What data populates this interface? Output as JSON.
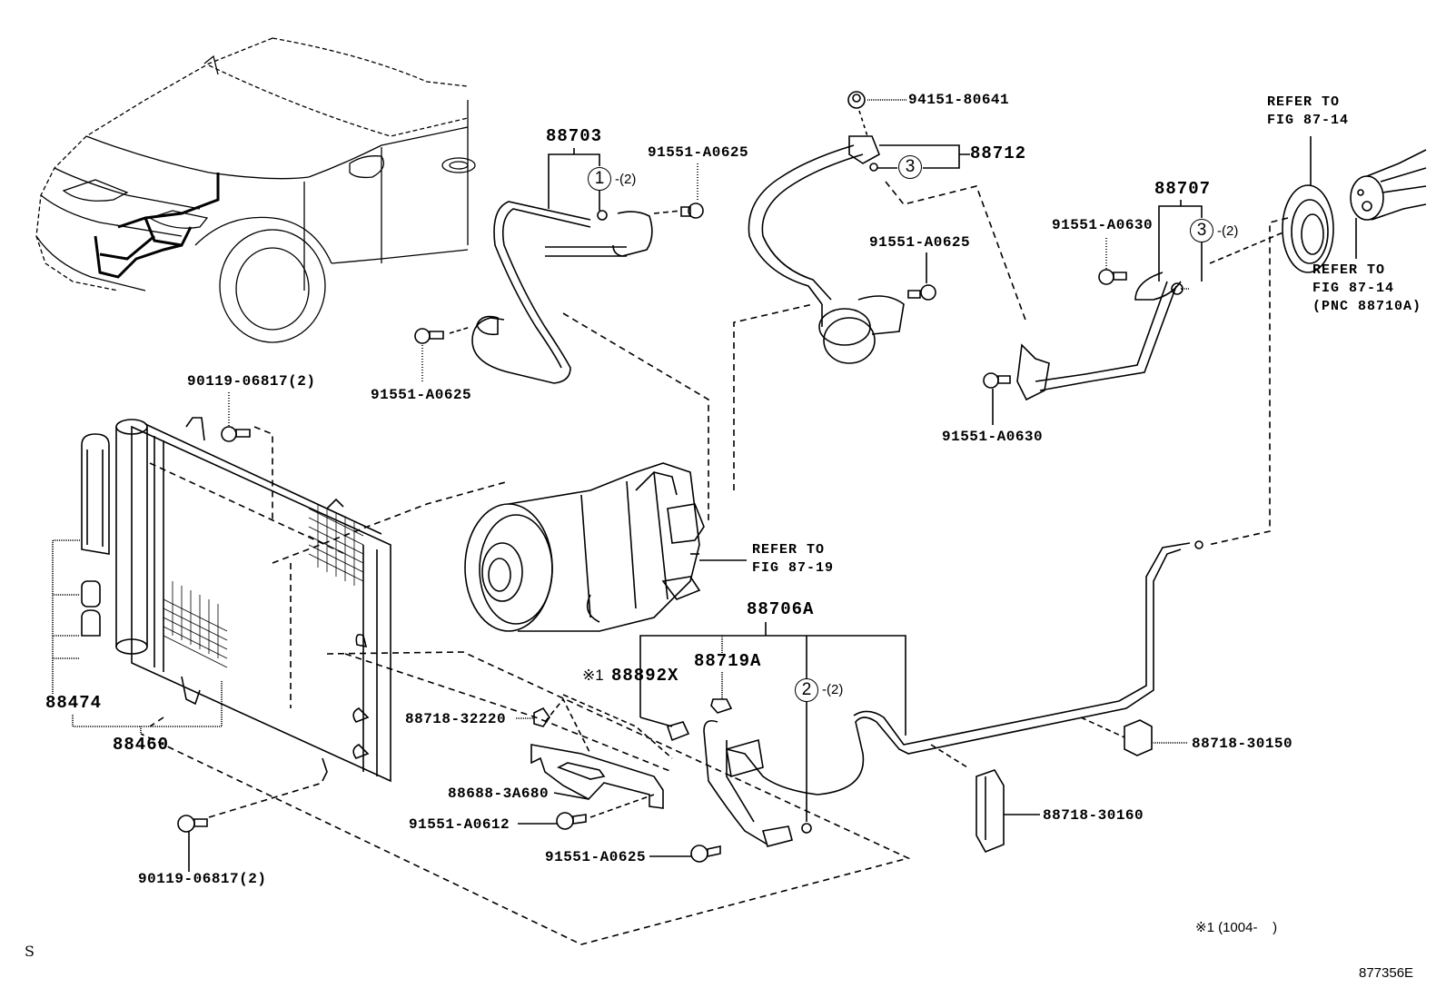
{
  "diagram": {
    "title": "Air conditioner condenser, compressor and piping parts diagram",
    "figure_id": "877356E",
    "side_marker": "S",
    "footnote": "※1 (1004-    )",
    "colors": {
      "line": "#000000",
      "background": "#ffffff"
    }
  },
  "labels": {
    "hose_88703": "88703",
    "bolt_top_left": "91551-A0625",
    "nut_94151": "94151-80641",
    "hose_88712": "88712",
    "bolt_mid_center": "91551-A0625",
    "pipe_88707": "88707",
    "bolt_88707": "91551-A0630",
    "bolt_bottom_right_top": "91551-A0630",
    "refer_fig_87_14_a": "REFER TO\nFIG 87-14",
    "refer_fig_87_14_b": "REFER TO\nFIG 87-14\n(PNC 88710A)",
    "bolt_left_hose": "91551-A0625",
    "bolt_90119_top": "90119-06817(2)",
    "refer_fig_87_19": "REFER TO\nFIG 87-19",
    "pipe_88706A": "88706A",
    "clamp_88719A": "88719A",
    "note_mark": "※1",
    "part_88892X": "88892X",
    "clip_88718_32220": "88718-32220",
    "bracket_88688": "88688-3A680",
    "bolt_91551_A0612": "91551-A0612",
    "bolt_bottom_center": "91551-A0625",
    "clamp_88718_30150": "88718-30150",
    "clamp_88718_30160": "88718-30160",
    "drier_88474": "88474",
    "condenser_88460": "88460",
    "bolt_90119_bottom": "90119-06817(2)"
  },
  "callouts": {
    "oring_1": {
      "number": "1",
      "qty": "-(2)"
    },
    "oring_3_a": {
      "number": "3",
      "qty": ""
    },
    "oring_3_b": {
      "number": "3",
      "qty": "-(2)"
    },
    "oring_2": {
      "number": "2",
      "qty": "-(2)"
    }
  }
}
